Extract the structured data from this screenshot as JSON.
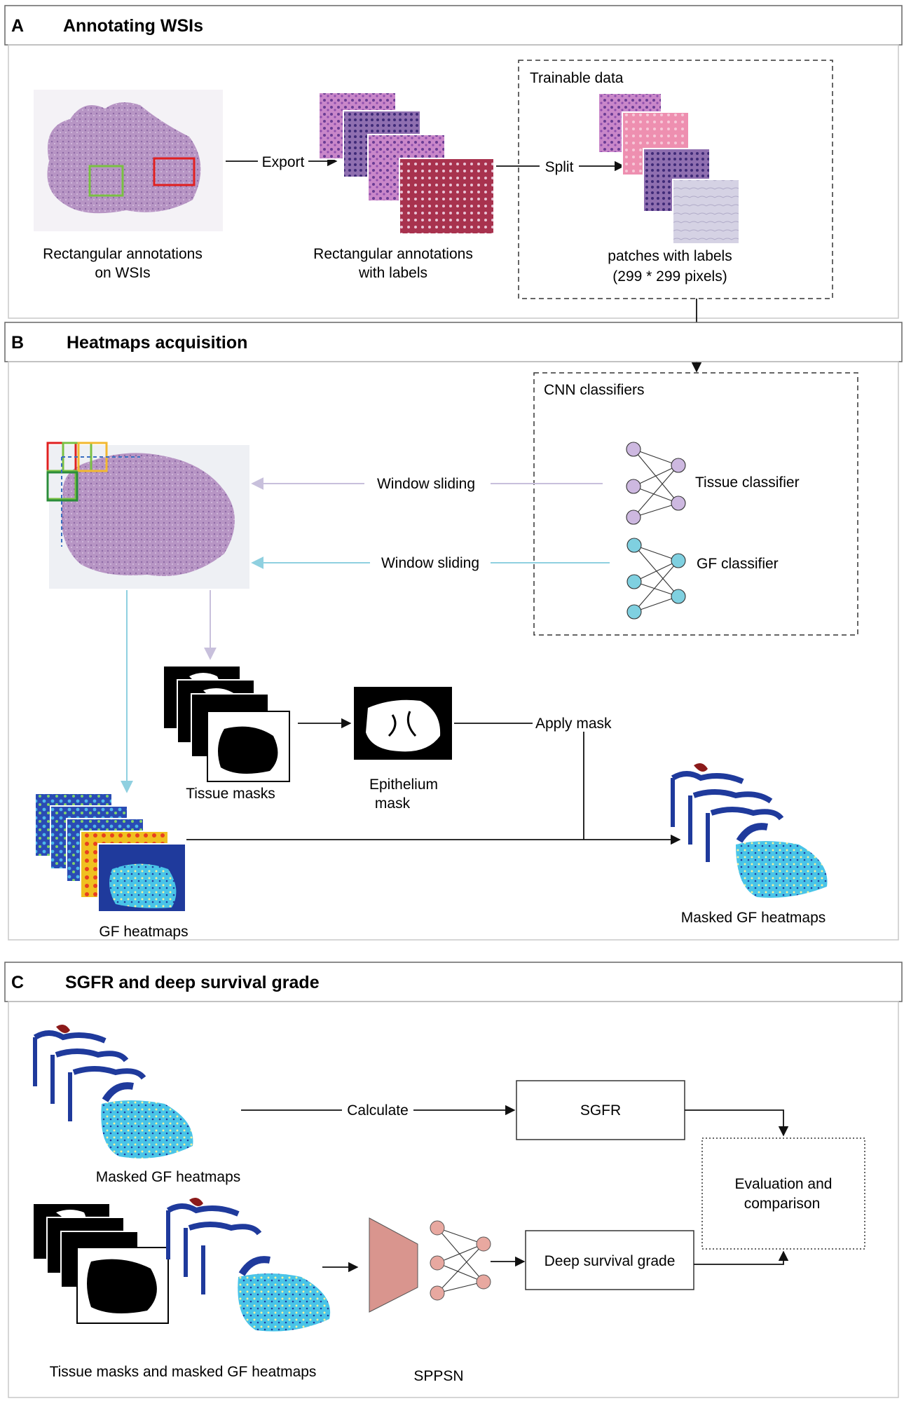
{
  "panel_a": {
    "letter": "A",
    "title": "Annotating WSIs",
    "wsi_caption_line1": "Rectangular annotations",
    "wsi_caption_line2": "on WSIs",
    "export_label": "Export",
    "labeled_caption_line1": "Rectangular annotations",
    "labeled_caption_line2": "with labels",
    "split_label": "Split",
    "trainable_title": "Trainable data",
    "patches_caption_line1": "patches with labels",
    "patches_caption_line2": "(299 * 299 pixels)"
  },
  "panel_b": {
    "letter": "B",
    "title": "Heatmaps  acquisition",
    "cnn_title": "CNN classifiers",
    "tissue_classifier": "Tissue classifier",
    "gf_classifier": "GF classifier",
    "window_sliding_1": "Window sliding",
    "window_sliding_2": "Window sliding",
    "tissue_masks": "Tissue masks",
    "epithelium_line1": "Epithelium",
    "epithelium_line2": "mask",
    "apply_mask": "Apply mask",
    "gf_heatmaps": "GF heatmaps",
    "masked_gf_heatmaps": "Masked GF heatmaps"
  },
  "panel_c": {
    "letter": "C",
    "title": "SGFR and deep survival grade",
    "masked_gf_heatmaps": "Masked GF heatmaps",
    "calculate": "Calculate",
    "sgfr": "SGFR",
    "evaluation_line1": "Evaluation and",
    "evaluation_line2": "comparison",
    "deep_survival_grade": "Deep survival grade",
    "tissue_and_masked": "Tissue masks and masked GF heatmaps",
    "sppsn": "SPPSN"
  },
  "colors": {
    "tissue_purple": "#b795c4",
    "wsi_annotation_green": "#7ac043",
    "wsi_annotation_red": "#e02020",
    "lilac_arrow": "#c8c0dc",
    "cyan_arrow": "#8fd0e0",
    "tissue_node": "#cdb8e0",
    "gf_node": "#7fd0e0",
    "sppsn_fill": "#d9958e"
  }
}
